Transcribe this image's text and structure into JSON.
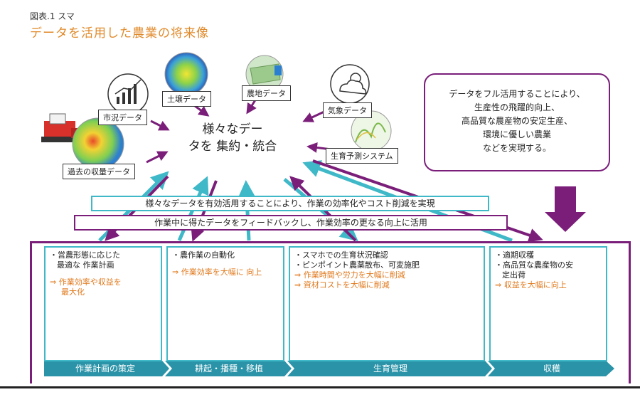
{
  "figure": {
    "label": "図表.1 スマ",
    "title": "データを活用した農業の将来像"
  },
  "sources": {
    "market": "市況データ",
    "soil": "土壌データ",
    "farmland": "農地データ",
    "weather": "気象データ",
    "growth_forecast": "生育予測システム",
    "past_yield": "過去の収量データ"
  },
  "hub": {
    "line1": "様々なデー",
    "line2": "タを 集約・統合"
  },
  "callout": {
    "lines": [
      "データをフル活用することにより、",
      "生産性の飛躍的向上、",
      "高品質な農産物の安定生産、",
      "環境に優しい農業",
      "などを実現する。"
    ]
  },
  "banners": {
    "efficiency": "様々なデータを有効活用することにより、作業の効率化やコスト削減を実現",
    "feedback": "作業中に得たデータをフィードバックし、作業効率の更なる向上に活用"
  },
  "stages": [
    {
      "label": "作業計画の策定",
      "items": [
        "・営農形態に応じた",
        "最適な 作業計画"
      ],
      "effects": [
        "⇒ 作業効率や収益を",
        "最大化"
      ]
    },
    {
      "label": "耕起・播種・移植",
      "items": [
        "・農作業の自動化"
      ],
      "effects": [
        "⇒ 作業効率を大幅に 向上"
      ]
    },
    {
      "label": "生育管理",
      "items": [
        "・スマホでの生育状況確認",
        "・ピンポイント農薬散布、可変施肥"
      ],
      "effects": [
        "⇒ 作業時間や労力を大幅に削減",
        "⇒ 資材コストを大幅に削減"
      ]
    },
    {
      "label": "収穫",
      "items": [
        "・適期収穫",
        "・高品質な農産物の安",
        "定出荷"
      ],
      "effects": [
        "⇒ 収益を大幅に向上"
      ]
    }
  ],
  "colors": {
    "accent_orange": "#e08a2a",
    "teal": "#3fb8c8",
    "purple": "#7a1e7a",
    "dark_teal": "#2a93a8"
  }
}
